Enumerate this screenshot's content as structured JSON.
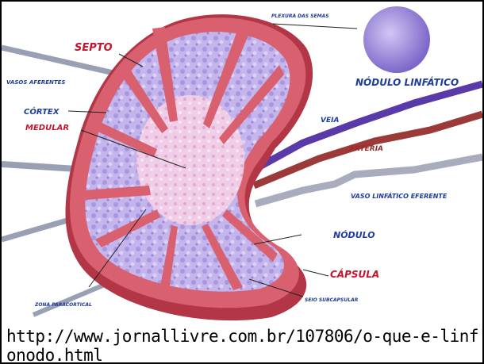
{
  "labels": {
    "septo": "SEPTO",
    "vasos_aferentes": "VASOS AFERENTES",
    "cortex": "CÓRTEX",
    "medular": "MEDULAR",
    "pleura": "PLEXURA DAS SEMAS",
    "nodulo_linfatico": "NÓDULO LINFÁTICO",
    "veia": "VEIA",
    "arteria": "ARTÉRIA",
    "vaso_linfatico_eferente": "VASO LINFÁTICO EFERENTE",
    "nodulo": "NÓDULO",
    "capsula": "CÁPSULA",
    "zona_paracortical": "ZONA PARACORTICAL",
    "seio_subcapsular": "SEIO SUBCAPSULAR"
  },
  "caption": "http://www.jornallivre.com.br/107806/o-que-e-linfonodo.html",
  "colors": {
    "capsule": "#d9606e",
    "capsule_dark": "#b23645",
    "tissue": "#c9b8ea",
    "medulla": "#f1c6e3",
    "label_blue": "#1f3d9a",
    "label_red": "#c2162e",
    "vein": "#5a3aa8",
    "artery": "#9c3a3a",
    "vessel_gray": "#9aa0b4"
  }
}
